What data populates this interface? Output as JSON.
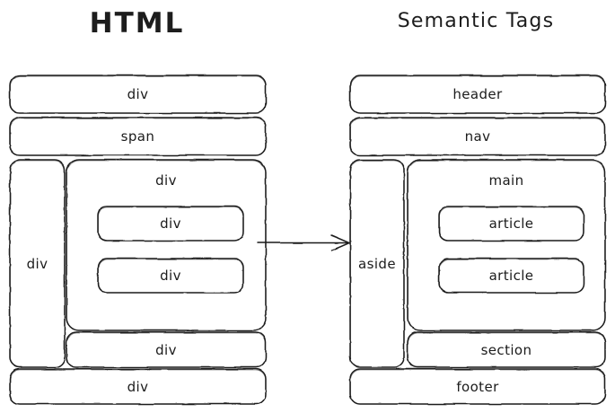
{
  "diagram": {
    "title_left": "HTML",
    "title_right": "Semantic Tags",
    "arrow": "arrow-right",
    "stroke_color": "#1b1b1b",
    "background_color": "#ffffff",
    "left_panel": {
      "name": "HTML",
      "boxes": [
        {
          "id": "l-div-top",
          "label": "div"
        },
        {
          "id": "l-span",
          "label": "span"
        },
        {
          "id": "l-div-aside",
          "label": "div"
        },
        {
          "id": "l-div-main",
          "label": "div"
        },
        {
          "id": "l-div-inner-1",
          "label": "div"
        },
        {
          "id": "l-div-inner-2",
          "label": "div"
        },
        {
          "id": "l-div-section",
          "label": "div"
        },
        {
          "id": "l-div-footer",
          "label": "div"
        }
      ]
    },
    "right_panel": {
      "name": "Semantic Tags",
      "boxes": [
        {
          "id": "r-header",
          "label": "header"
        },
        {
          "id": "r-nav",
          "label": "nav"
        },
        {
          "id": "r-aside",
          "label": "aside"
        },
        {
          "id": "r-main",
          "label": "main"
        },
        {
          "id": "r-article-1",
          "label": "article"
        },
        {
          "id": "r-article-2",
          "label": "article"
        },
        {
          "id": "r-section",
          "label": "section"
        },
        {
          "id": "r-footer",
          "label": "footer"
        }
      ]
    }
  }
}
